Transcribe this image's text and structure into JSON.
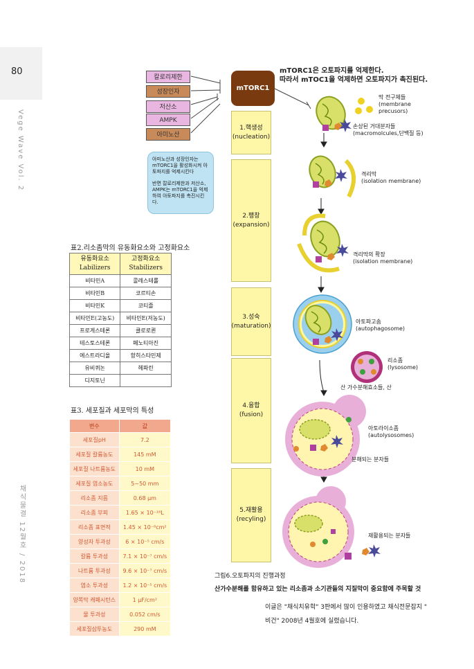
{
  "page": {
    "number": "80",
    "side_top": "Vege Wave Vol. 2",
    "side_bottom": "채식물결 12월호 / 2018"
  },
  "regulators": [
    {
      "label": "칼로리제한",
      "color": "#e8b6e0"
    },
    {
      "label": "성장인자",
      "color": "#c98a5a"
    },
    {
      "label": "저산소",
      "color": "#e8b6e0"
    },
    {
      "label": "AMPK",
      "color": "#e8b6e0"
    },
    {
      "label": "아미노산",
      "color": "#c98a5a"
    }
  ],
  "mtorc1": {
    "label": "mTORC1"
  },
  "headline": {
    "line1": "mTORC1은 오토파지를 억제한다.",
    "line2": "따라서 mTOC1을 억제하면 오토파지가 촉진된다."
  },
  "note_box": {
    "p1": "아미노산과 성장인자는 mTORC1을 활성화시켜 아토파지를 억제시킨다",
    "p2": "반면 칼로리제한과 저산소, AMPK는 mTORC1을 억제하여 아토파지를 촉진시킨다."
  },
  "stages": [
    {
      "ko": "1.핵생성",
      "en": "(nucleation)"
    },
    {
      "ko": "2.팽창",
      "en": "(expansion)"
    },
    {
      "ko": "3.성숙",
      "en": "(maturation)"
    },
    {
      "ko": "4.융합",
      "en": "(fusion)"
    },
    {
      "ko": "5.재활용",
      "en": "(recyling)"
    }
  ],
  "labels": {
    "precursor": "막 전구체들\n(membrane\nprecusors)",
    "macro": "손상된 거대분자들\n(macromolcules,단백질 등)",
    "isolation": "격리막\n(isolation membrane)",
    "isolation2": "격리막의 확장\n(isolation membrane)",
    "autophagosome": "아토파고솜\n(autophagosome)",
    "lysosome": "리소좀\n(lysosome)",
    "hydrolase": "산 가수분해효소들, 산",
    "autolysosome": "아토라이소좀\n(autolysosomes)",
    "degrading": "분해되는 분자들",
    "recycled": "재활용되는 분자들"
  },
  "figure_caption": {
    "title": "그림6.오토파지의 진행과정",
    "body": "산가수분해를 함유하고 있는 리소좀과 소기관들의 지질막이 중요함에 주목할 것"
  },
  "credit": {
    "line1": "이글은 \"채식치유학\" 3판에서 많이 인용하였고 채식전문잡지 \"",
    "line2": "비건\" 2008년 4월호에 실렸습니다."
  },
  "table2": {
    "title": "표2.리소좀막의 유동화요소와 고정화요소",
    "headers": [
      [
        "유동화요소",
        "Labilizers"
      ],
      [
        "고정화요소",
        "Stabilizers"
      ]
    ],
    "rows": [
      [
        "비타민A",
        "콜레스테롤"
      ],
      [
        "비타민B",
        "코르티손"
      ],
      [
        "비타민K",
        "코티졸"
      ],
      [
        "비타민E(고농도)",
        "비타민E(저농도)"
      ],
      [
        "프로게스테론",
        "클로로퀸"
      ],
      [
        "테스토스테론",
        "페노티아진"
      ],
      [
        "에스트라디올",
        "항히스타민제"
      ],
      [
        "유비퀴논",
        "헤파린"
      ],
      [
        "디지토닌",
        ""
      ]
    ]
  },
  "table3": {
    "title": "표3. 세포질과 세포막의 특성",
    "headers": [
      "변수",
      "값"
    ],
    "rows": [
      [
        "세포질pH",
        "7.2"
      ],
      [
        "세포질 칼륨농도",
        "145 mM"
      ],
      [
        "세포질 나트륨농도",
        "10 mM"
      ],
      [
        "세포질 염소농도",
        "5~50 mm"
      ],
      [
        "리소좀 지름",
        "0.68 μm"
      ],
      [
        "리소좀 부피",
        "1.65 × 10⁻¹⁶L"
      ],
      [
        "리소좀 표면적",
        "1.45 × 10⁻⁸cm²"
      ],
      [
        "양성자 투과성",
        "6 × 10⁻⁵ cm/s"
      ],
      [
        "칼륨 투과성",
        "7.1 × 10⁻⁷ cm/s"
      ],
      [
        "나트륨 투과성",
        "9.6 × 10⁻⁷ cm/s"
      ],
      [
        "염소 투과성",
        "1.2 × 10⁻⁵ cm/s"
      ],
      [
        "양쪽막 캐패시턴스",
        "1 μF/cm²"
      ],
      [
        "물 투과성",
        "0.052 cm/s"
      ],
      [
        "세포질삼투농도",
        "290 mM"
      ]
    ]
  }
}
